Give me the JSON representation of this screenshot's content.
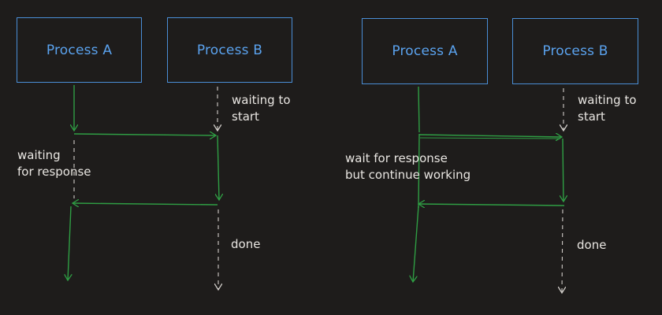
{
  "top_mark": "“'",
  "left_diagram": {
    "process_a": "Process A",
    "process_b": "Process B",
    "note_waiting_start": "waiting to\nstart",
    "note_waiting_response": "waiting\nfor response",
    "note_done": "done"
  },
  "right_diagram": {
    "process_a": "Process A",
    "process_b": "Process B",
    "note_waiting_start": "waiting to\nstart",
    "note_waiting_response": "wait for response\nbut continue working",
    "note_done": "done"
  },
  "colors": {
    "background": "#1e1c1b",
    "box_stroke": "#4a8ed6",
    "box_text": "#5aa2ee",
    "active_line": "#2f9e44",
    "idle_line": "#d0ccc8",
    "note_text": "#e9e6e2"
  }
}
